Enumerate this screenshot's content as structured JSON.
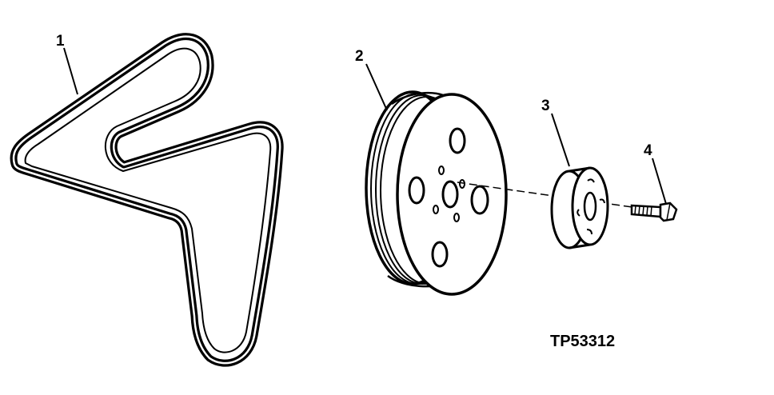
{
  "callouts": {
    "belt": "1",
    "pulley": "2",
    "hub": "3",
    "bolt": "4"
  },
  "figure_id": "TP53312"
}
